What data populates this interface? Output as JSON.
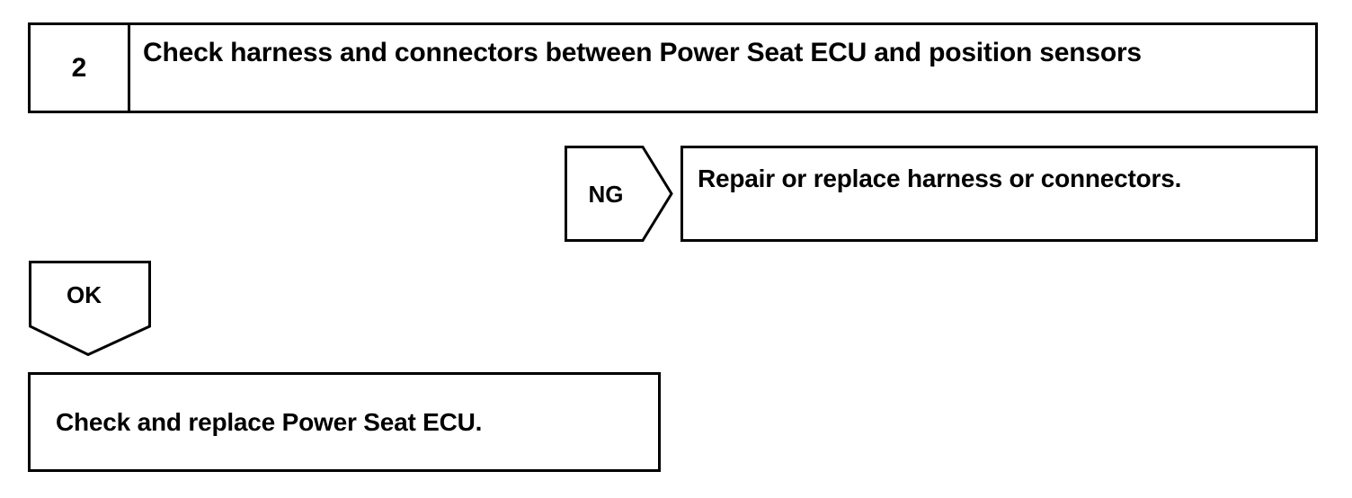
{
  "diagram": {
    "type": "troubleshooting-flowchart",
    "step": {
      "number": "2",
      "instruction": "Check harness and connectors between Power Seat ECU and position sensors"
    },
    "branches": [
      {
        "id": "ng",
        "label": "NG",
        "direction": "right",
        "result": "Repair or replace harness or connectors."
      },
      {
        "id": "ok",
        "label": "OK",
        "direction": "down",
        "result": "Check and replace Power Seat ECU."
      }
    ],
    "colors": {
      "stroke": "#000000",
      "background": "#ffffff",
      "text": "#000000"
    }
  }
}
